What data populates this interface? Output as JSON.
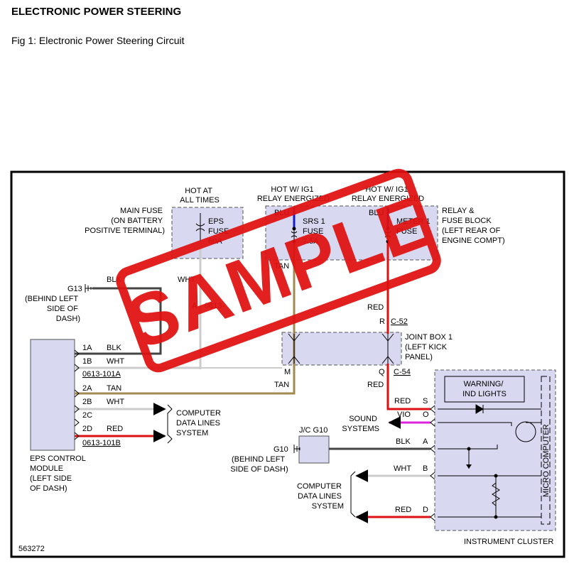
{
  "header": {
    "title": "ELECTRONIC POWER STEERING",
    "caption": "Fig 1: Electronic Power Steering Circuit"
  },
  "diagram": {
    "hot_at_all_times": [
      "HOT AT",
      "ALL TIMES"
    ],
    "main_fuse": [
      "MAIN FUSE",
      "(ON BATTERY",
      "POSITIVE TERMINAL)"
    ],
    "eps_fuse": [
      "EPS",
      "FUSE",
      "60A"
    ],
    "hot_ig1_left": [
      "HOT W/ IG1",
      "RELAY ENERGIZED"
    ],
    "hot_ig1_right": [
      "HOT W/ IG1",
      "RELAY ENERGIZED"
    ],
    "srs_fuse": [
      "SRS 1",
      "FUSE",
      "7.5A"
    ],
    "meter_fuse": [
      "METER 1",
      "FUSE"
    ],
    "relay_fuse_block": [
      "RELAY &",
      "FUSE BLOCK",
      "(LEFT REAR OF",
      "ENGINE COMPT)"
    ],
    "g13": "G13",
    "g13_location": [
      "(BEHIND LEFT",
      "SIDE OF",
      "DASH)"
    ],
    "eps_module": [
      "EPS CONTROL",
      "MODULE",
      "(LEFT SIDE",
      "OF DASH)"
    ],
    "pins": [
      "1A",
      "1B",
      "2A",
      "2B",
      "2C",
      "2D"
    ],
    "connector_a": "0613-101A",
    "connector_b": "0613-101B",
    "connector_top": "0613-",
    "pin_a_label": "A",
    "computer_data_lines_left": [
      "COMPUTER",
      "DATA LINES",
      "SYSTEM"
    ],
    "joint_box": [
      "JOINT BOX 1",
      "(LEFT KICK",
      "PANEL)"
    ],
    "jb_pin_m": "M",
    "jb_pin_q": "Q",
    "jb_pin_r": "R",
    "c54": "C-54",
    "c52": "C-52",
    "sound_systems": [
      "SOUND",
      "SYSTEMS"
    ],
    "jc_g10": "J/C G10",
    "g10": "G10",
    "g10_location": [
      "(BEHIND LEFT",
      "SIDE OF DASH)"
    ],
    "computer_data_lines_right": [
      "COMPUTER",
      "DATA LINES",
      "SYSTEM"
    ],
    "warning_lights": [
      "WARNING/",
      "IND LIGHTS"
    ],
    "micro_computer": "MICRO COMPUTER",
    "instrument_cluster": "INSTRUMENT CLUSTER",
    "cluster_pins": [
      "S",
      "O",
      "A",
      "B",
      "D"
    ],
    "diagram_id": "563272",
    "watermark": "SAMPLE",
    "wire_labels": {
      "blk_g13": "BLK",
      "wht_fuse": "WHT",
      "tan_srs": "TAN",
      "blu_srs": "BLU",
      "blu_meter": "BLU",
      "red_meter": "RED",
      "blk_1a": "BLK",
      "wht_1b": "WHT",
      "tan_2a": "TAN",
      "wht_2b": "WHT",
      "red_2d": "RED",
      "tan_jb": "TAN",
      "red_jb": "RED",
      "red_s": "RED",
      "vio_o": "VIO",
      "blk_a": "BLK",
      "wht_b": "WHT",
      "red_d": "RED"
    }
  },
  "colors": {
    "component_fill": "#d8d8f0",
    "component_border": "#444444",
    "wire_blk": "#444444",
    "wire_wht": "#d0d0d0",
    "wire_tan": "#a08a50",
    "wire_blu": "#1a1acc",
    "wire_red": "#dd1111",
    "wire_vio": "#dd22dd",
    "watermark": "#e01010"
  }
}
